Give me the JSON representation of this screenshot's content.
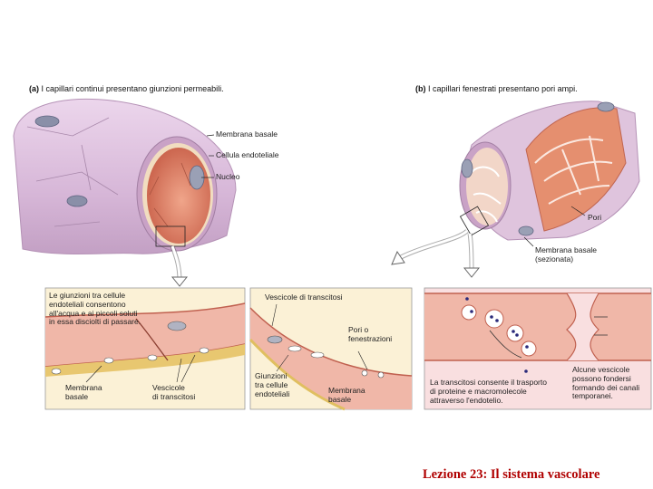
{
  "panel_a": {
    "letter": "(a)",
    "caption": "I capillari continui presentano giunzioni permeabili.",
    "labels": {
      "basal_membrane": "Membrana basale",
      "endothelial_cell": "Cellula endoteliale",
      "nucleus": "Nucleo"
    }
  },
  "panel_b": {
    "letter": "(b)",
    "caption": "I capillari fenestrati presentano pori ampi.",
    "labels": {
      "pores": "Pori",
      "basal_membrane_sectioned": "Membrana basale\n(sezionata)"
    }
  },
  "detail_1": {
    "text": "Le giunzioni tra cellule\nendoteliali consentono\nall'acqua e ai piccoli soluti\nin essa disciolti di passare.",
    "basal_membrane": "Membrana\nbasale",
    "transcytosis_vesicles": "Vescicole\ndi transcitosi"
  },
  "detail_2": {
    "transcytosis_vesicles": "Vescicole di transcitosi",
    "pores_or_fenestrations": "Pori o\nfenestrazioni",
    "junctions": "Giunzioni\ntra cellule\nendoteliali",
    "basal_membrane": "Membrana\nbasale"
  },
  "detail_3": {
    "transcytosis_text": "La transcitosi consente il trasporto\ndi proteine e macromolecole\nattraverso l'endotelio.",
    "vesicles_text": "Alcune vescicole\npossono fondersi\nformando dei canali\ntemporanei."
  },
  "footer": "Lezione 23: Il sistema vascolare",
  "colors": {
    "vessel_outer": "#d9bcd9",
    "vessel_lumen": "#e2846a",
    "cell_layer": "#e8a393",
    "basal_layer": "#f3e2a8",
    "footer": "#b00000"
  }
}
